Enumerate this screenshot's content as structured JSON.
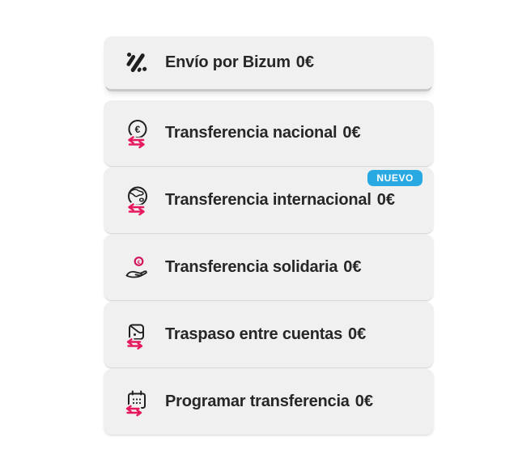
{
  "colors": {
    "card_background": "#f0f0f0",
    "text": "#272727",
    "icon_dark": "#1f1f1f",
    "accent_pink": "#e6195c",
    "badge_blue": "#29a9e1",
    "page_background": "#ffffff"
  },
  "menu": {
    "bizum": {
      "label": "Envío por Bizum",
      "price": "0€",
      "icon": "bizum-icon"
    },
    "items": [
      {
        "label": "Transferencia nacional",
        "price": "0€",
        "icon": "national-transfer-icon"
      },
      {
        "label": "Transferencia internacional",
        "price": "0€",
        "icon": "international-transfer-icon",
        "badge": {
          "label": "NUEVO"
        }
      },
      {
        "label": "Transferencia solidaria",
        "price": "0€",
        "icon": "solidarity-transfer-icon"
      },
      {
        "label": "Traspaso entre cuentas",
        "price": "0€",
        "icon": "account-transfer-icon"
      },
      {
        "label": "Programar transferencia",
        "price": "0€",
        "icon": "schedule-transfer-icon"
      }
    ]
  }
}
